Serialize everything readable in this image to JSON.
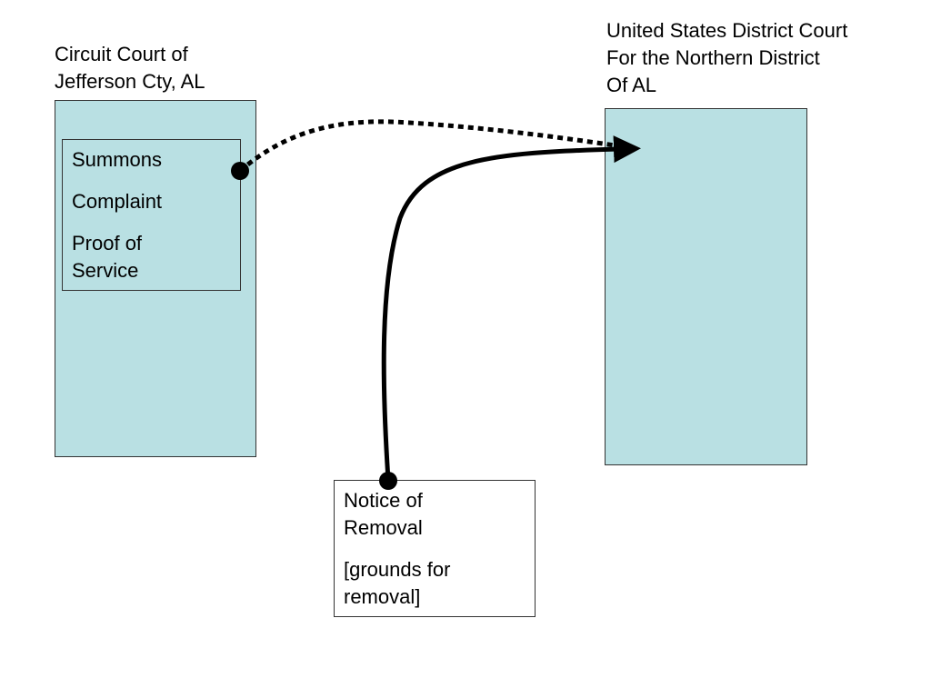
{
  "state_court": {
    "title_lines": [
      "Circuit Court of",
      "Jefferson Cty, AL"
    ],
    "documents": {
      "items": [
        "Summons",
        "Complaint",
        "Proof of Service"
      ],
      "proof_lines": [
        "Proof of",
        "Service"
      ]
    }
  },
  "federal_court": {
    "title_lines": [
      "United States District Court",
      "For the Northern District",
      "Of AL"
    ]
  },
  "notice": {
    "title_lines": [
      "Notice of",
      "Removal"
    ],
    "grounds_lines": [
      "[grounds for",
      "removal]"
    ]
  },
  "colors": {
    "court_fill": "#b9e0e3",
    "border": "#333333",
    "arrow": "#000000"
  }
}
